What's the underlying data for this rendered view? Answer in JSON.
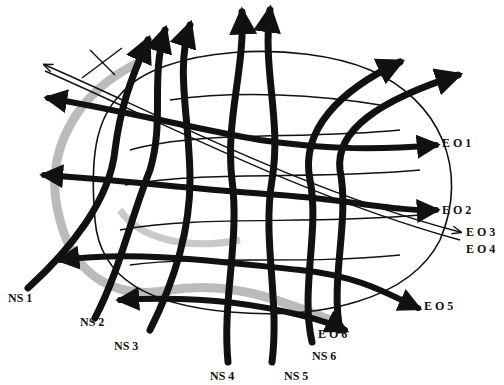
{
  "diagram": {
    "labels": [
      "NS 1",
      "NS 2",
      "NS 3",
      "NS 4",
      "NS 5",
      "NS 6",
      "E O 1",
      "E O 2",
      "E O 3",
      "E O 4",
      "E O 5",
      "E O 6"
    ]
  }
}
